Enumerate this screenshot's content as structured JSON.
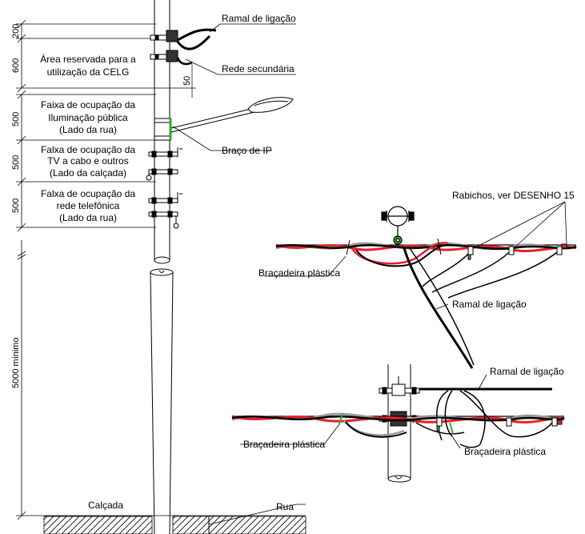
{
  "dimensions": {
    "d200": "200",
    "d600": "600",
    "d50": "50",
    "d500_a": "500",
    "d500_b": "500",
    "d500_c": "500",
    "d5000": "5000 mínimo"
  },
  "zones": {
    "celg_line1": "Área reservada para a",
    "celg_line2": "utilização da CELG",
    "ip_line1": "Faixa de ocupação da",
    "ip_line2": "Iluminação pública",
    "ip_line3": "(Lado da rua)",
    "tv_line1": "Falxa de ocupação da",
    "tv_line2": "TV a cabo e outros",
    "tv_line3": "(Lado da calçada)",
    "tel_line1": "Falxa de ocupação da",
    "tel_line2": "rede telefônica",
    "tel_line3": "(Lado da rua)"
  },
  "callouts": {
    "ramal_top": "Ramal de ligação",
    "rede_secundaria": "Rede secundária",
    "braco_ip": "Braço de IP",
    "rabichos": "Rabichos, ver DESENHO 15",
    "bracadeira_1": "Braçadeira plástica",
    "ramal_mid": "Ramal de ligação",
    "ramal_bottom": "Ramal de ligação",
    "bracadeira_2": "Braçadeira plástica",
    "bracadeira_3": "Braçadeira plástica"
  },
  "ground": {
    "calcada": "Calçada",
    "rua": "Rua"
  },
  "colors": {
    "line": "#000000",
    "conductor_red": "#e8202a",
    "conductor_grey": "#9a9a9a",
    "clamp_green": "#2bb02b"
  }
}
